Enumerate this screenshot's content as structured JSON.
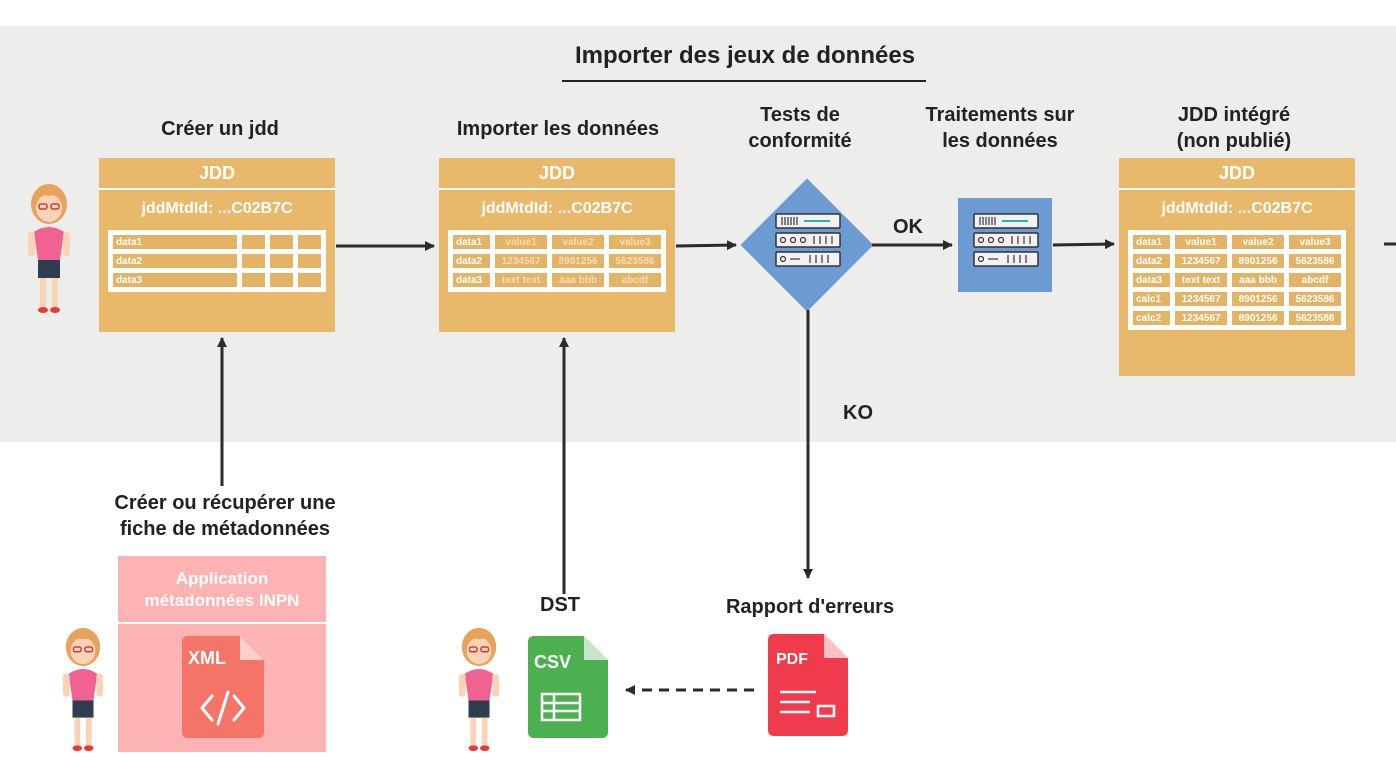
{
  "title": "Importer des jeux de données",
  "steps": {
    "create": "Créer un jdd",
    "import": "Importer les données",
    "tests": [
      "Tests de",
      "conformité"
    ],
    "processing": [
      "Traitements sur",
      "les données"
    ],
    "integrated": [
      "JDD intégré",
      "(non publié)"
    ]
  },
  "edges": {
    "ok": "OK",
    "ko": "KO"
  },
  "bottom": {
    "metadata": [
      "Créer ou récupérer une",
      "fiche de métadonnées"
    ],
    "app": [
      "Application",
      "métadonnées INPN"
    ],
    "dst": "DST",
    "report": "Rapport d'erreurs"
  },
  "files": {
    "xml": "XML",
    "csv": "CSV",
    "pdf": "PDF"
  },
  "jdd": {
    "header": "JDD",
    "id": "jddMtdId: ...C02B7C",
    "empty_rows": [
      "data1",
      "data2",
      "data3"
    ],
    "import_rows": [
      [
        "data1",
        "value1",
        "value2",
        "value3"
      ],
      [
        "data2",
        "1234567",
        "8901256",
        "5623586"
      ],
      [
        "data3",
        "text text",
        "aaa bbb",
        "abcdf"
      ]
    ],
    "integrated_rows": [
      [
        "data1",
        "value1",
        "value2",
        "value3"
      ],
      [
        "data2",
        "1234567",
        "8901256",
        "5623586"
      ],
      [
        "data3",
        "text text",
        "aaa bbb",
        "abcdf"
      ],
      [
        "calc1",
        "1234567",
        "8901256",
        "5623586"
      ],
      [
        "calc2",
        "1234567",
        "8901256",
        "5623586"
      ]
    ]
  },
  "colors": {
    "jdd": "#e8b96a",
    "server": "#6b9bd2",
    "xml": "#f47468",
    "csv": "#4caf50",
    "pdf": "#ef3b4c",
    "app": "#fdb3b3"
  }
}
